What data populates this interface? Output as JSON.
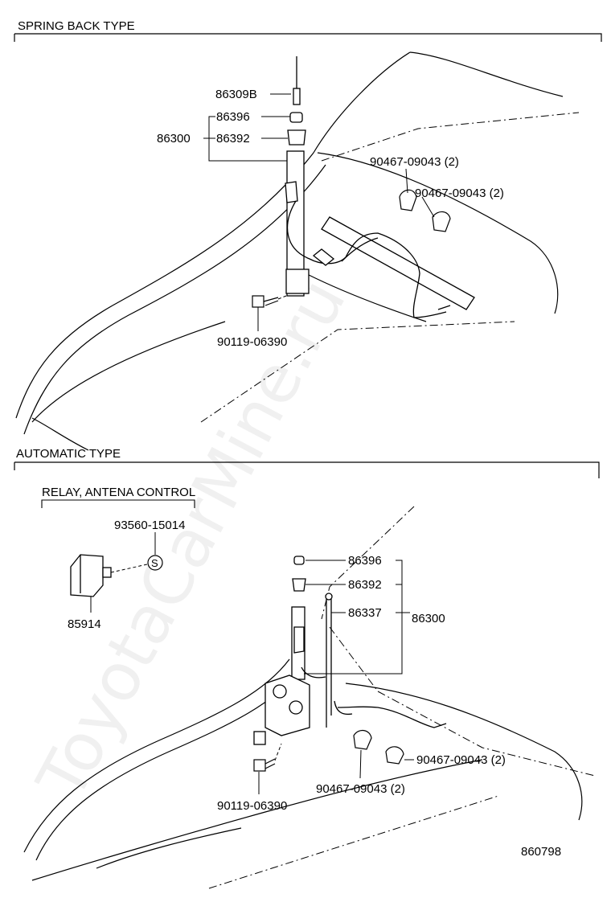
{
  "sections": {
    "spring_back": {
      "title": "SPRING BACK TYPE"
    },
    "automatic": {
      "title": "AUTOMATIC TYPE",
      "subsection": "RELAY, ANTENA CONTROL"
    }
  },
  "labels": {
    "p86309B": "86309B",
    "p86396_a": "86396",
    "p86300_a": "86300",
    "p86392_a": "86392",
    "p90467_a": "90467-09043 (2)",
    "p90467_b": "90467-09043 (2)",
    "p90119_a": "90119-06390",
    "p93560": "93560-15014",
    "p85914": "85914",
    "p86396_b": "86396",
    "p86392_b": "86392",
    "p86337": "86337",
    "p86300_b": "86300",
    "p90467_c": "90467-09043 (2)",
    "p90467_d": "90467-09043 (2)",
    "p90119_b": "90119-06390",
    "s_mark": "S"
  },
  "figure_code": "860798",
  "watermark": "ToyotaCarMine.ru"
}
